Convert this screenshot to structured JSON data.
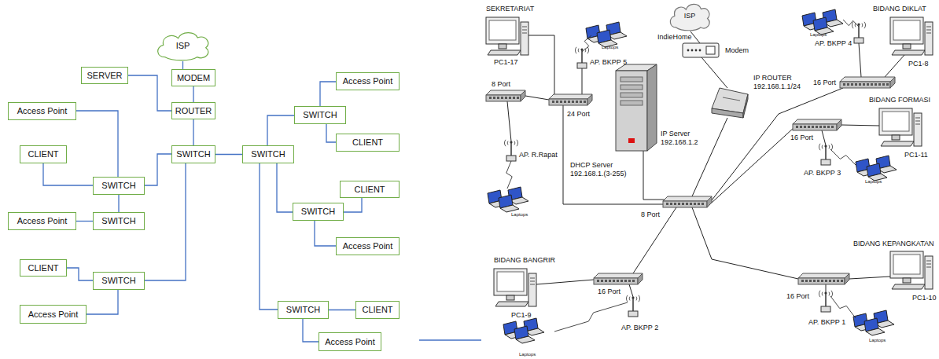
{
  "diagram": {
    "nodes": [
      {
        "text": [
          "ISP"
        ]
      },
      {
        "text": [
          "SERVER"
        ]
      },
      {
        "text": [
          "MODEM"
        ]
      },
      {
        "text": [
          "Access Point"
        ]
      },
      {
        "text": [
          "ROUTER"
        ]
      },
      {
        "text": [
          "SWITCH"
        ]
      },
      {
        "text": [
          "Access Point"
        ]
      },
      {
        "text": [
          "CLIENT"
        ]
      },
      {
        "text": [
          "CLIENT"
        ]
      },
      {
        "text": [
          "SWITCH"
        ]
      },
      {
        "text": [
          "SWITCH"
        ]
      },
      {
        "text": [
          "SWITCH"
        ]
      },
      {
        "text": [
          "CLIENT"
        ]
      },
      {
        "text": [
          "SWITCH"
        ]
      },
      {
        "text": [
          "Access Point"
        ]
      },
      {
        "text": [
          "SWITCH"
        ]
      },
      {
        "text": [
          "Access Point"
        ]
      },
      {
        "text": [
          "CLIENT"
        ]
      },
      {
        "text": [
          "SWITCH"
        ]
      },
      {
        "text": [
          "SWITCH"
        ]
      },
      {
        "text": [
          "CLIENT"
        ]
      },
      {
        "text": [
          "Access Point"
        ]
      },
      {
        "text": [
          "Access Point"
        ]
      },
      {
        "text": [
          "ISP"
        ]
      }
    ],
    "edges": [
      {
        "from": 0,
        "to": 2,
        "arrow": "none"
      },
      {
        "from": 2,
        "to": 4,
        "arrow": "none"
      },
      {
        "from": 1,
        "to": 4,
        "arrow": "none"
      },
      {
        "from": 4,
        "to": 9,
        "arrow": "none"
      },
      {
        "from": 9,
        "to": 10,
        "arrow": "none"
      },
      {
        "from": 9,
        "to": 11,
        "arrow": "none"
      },
      {
        "from": 6,
        "to": 11,
        "arrow": "none"
      },
      {
        "from": 8,
        "to": 11,
        "arrow": "none"
      },
      {
        "from": 11,
        "to": 15,
        "arrow": "none"
      },
      {
        "from": 14,
        "to": 15,
        "arrow": "none"
      },
      {
        "from": 9,
        "to": 18,
        "arrow": "none"
      },
      {
        "from": 17,
        "to": 18,
        "arrow": "none"
      },
      {
        "from": 18,
        "to": 21,
        "arrow": "none"
      },
      {
        "from": 10,
        "to": 5,
        "arrow": "none"
      },
      {
        "from": 5,
        "to": 3,
        "arrow": "none"
      },
      {
        "from": 5,
        "to": 7,
        "arrow": "none"
      },
      {
        "from": 10,
        "to": 13,
        "arrow": "none"
      },
      {
        "from": 13,
        "to": 12,
        "arrow": "none"
      },
      {
        "from": 13,
        "to": 16,
        "arrow": "none"
      },
      {
        "from": 10,
        "to": 19,
        "arrow": "none"
      },
      {
        "from": 19,
        "to": 20,
        "arrow": "none"
      },
      {
        "from": 19,
        "to": 22,
        "arrow": "none"
      }
    ],
    "labels": [
      "SEKRETARIAT",
      "BIDANG DIKLAT",
      "IndieHome",
      "Laptops",
      "AP. BKPP 5",
      "Laptops",
      "AP. BKPP 4",
      "Modem",
      "PC1-17",
      "PC1-8",
      "8 Port",
      "16 Port",
      "BIDANG FORMASI",
      "IP ROUTER 192.168.1.1/24",
      "IP Server 192.168.1.2",
      "16 Port",
      "24 Port",
      "PC1-11",
      "AP. R.Rapat",
      "DHCP Server 192.168.1.(3-255)",
      "AP. BKPP 3",
      "Laptops",
      "Laptops",
      "8 Port",
      "BIDANG KEPANGKATAN",
      "BIDANG BANGRIR",
      "PC1-10",
      "PC1-9",
      "16 Port",
      "16 Port",
      "AP. BKPP 2",
      "AP. BKPP 1",
      "Laptops",
      "Laptops"
    ]
  }
}
